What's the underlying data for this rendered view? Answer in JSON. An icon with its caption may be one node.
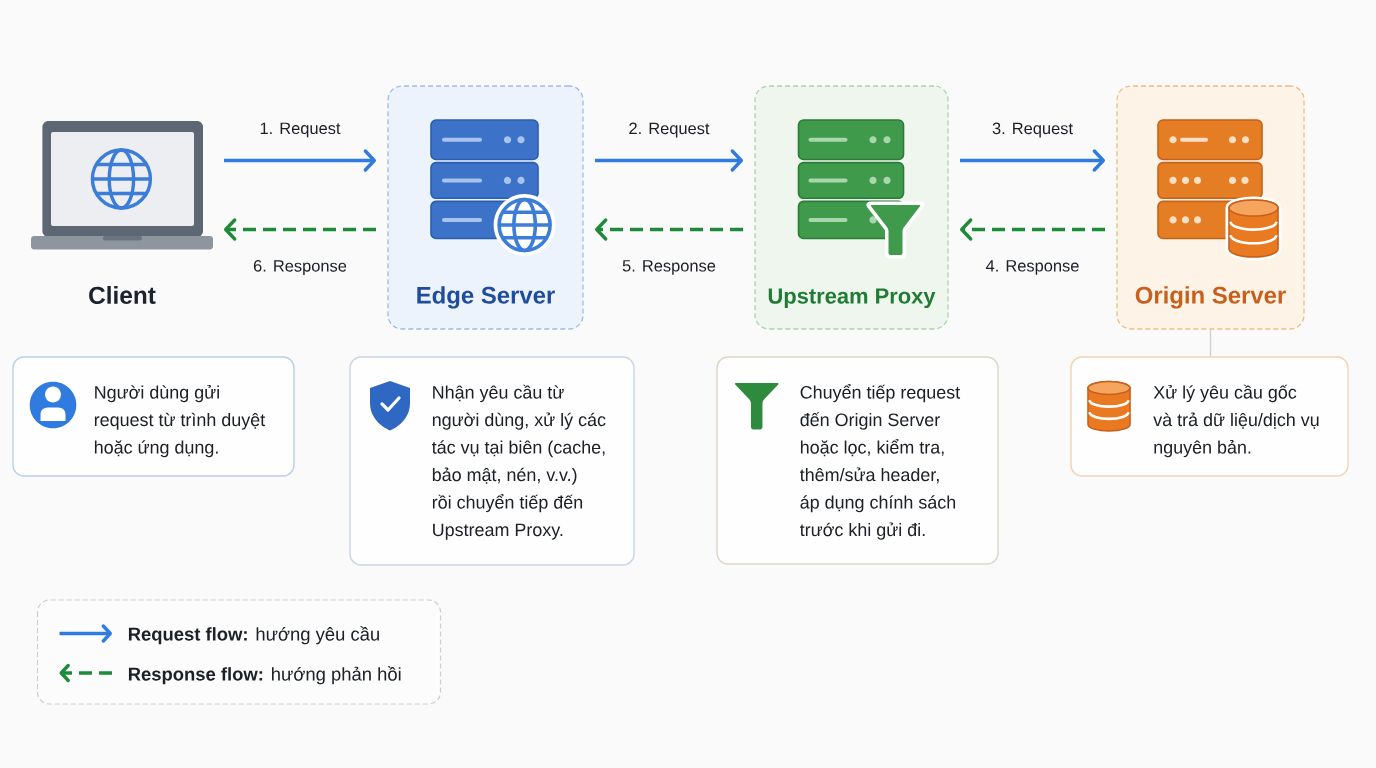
{
  "diagram": {
    "nodes": [
      {
        "text": [
          "Client"
        ]
      },
      {
        "text": [
          "Edge Server"
        ]
      },
      {
        "text": [
          "Upstream Proxy"
        ]
      },
      {
        "text": [
          "Origin Server"
        ]
      },
      {
        "text": [
          "Người dùng gửi request từ trình duyệt hoặc ứng dụng."
        ]
      },
      {
        "text": [
          "Nhận yêu cầu từ người dùng, xử lý các tác vụ tại biên (cache, bảo mật, nén, v.v.) rồi chuyển tiếp đến Upstream Proxy."
        ]
      },
      {
        "text": [
          "Chuyển tiếp request đến Origin Server hoặc lọc, kiểm tra, thêm/sửa header, áp dụng chính sách trước khi gửi đi."
        ]
      },
      {
        "text": [
          "Xử lý yêu cầu gốc và trả dữ liệu/dịch vụ nguyên bản."
        ]
      }
    ],
    "edges": [
      {
        "from": 0,
        "to": 1,
        "arrow": "to",
        "label": "1. Request",
        "color": "#2f7bdf"
      },
      {
        "from": 1,
        "to": 2,
        "arrow": "to",
        "label": "2. Request",
        "color": "#2f7bdf"
      },
      {
        "from": 2,
        "to": 3,
        "arrow": "to",
        "label": "3. Request",
        "color": "#2f7bdf"
      },
      {
        "from": 3,
        "to": 2,
        "arrow": "to",
        "label": "4. Response",
        "style": "dashed",
        "color": "#1f8b3a"
      },
      {
        "from": 2,
        "to": 1,
        "arrow": "to",
        "label": "5. Response",
        "style": "dashed",
        "color": "#1f8b3a"
      },
      {
        "from": 1,
        "to": 0,
        "arrow": "to",
        "label": "6. Response",
        "style": "dashed",
        "color": "#1f8b3a"
      },
      {
        "from": 3,
        "to": 7,
        "arrow": "none",
        "color": "#cfcfcf"
      }
    ],
    "legend": [
      {
        "text": "**Request flow:** hướng yêu cầu"
      },
      {
        "text": "**Response flow:** hướng phản hồi"
      }
    ]
  }
}
